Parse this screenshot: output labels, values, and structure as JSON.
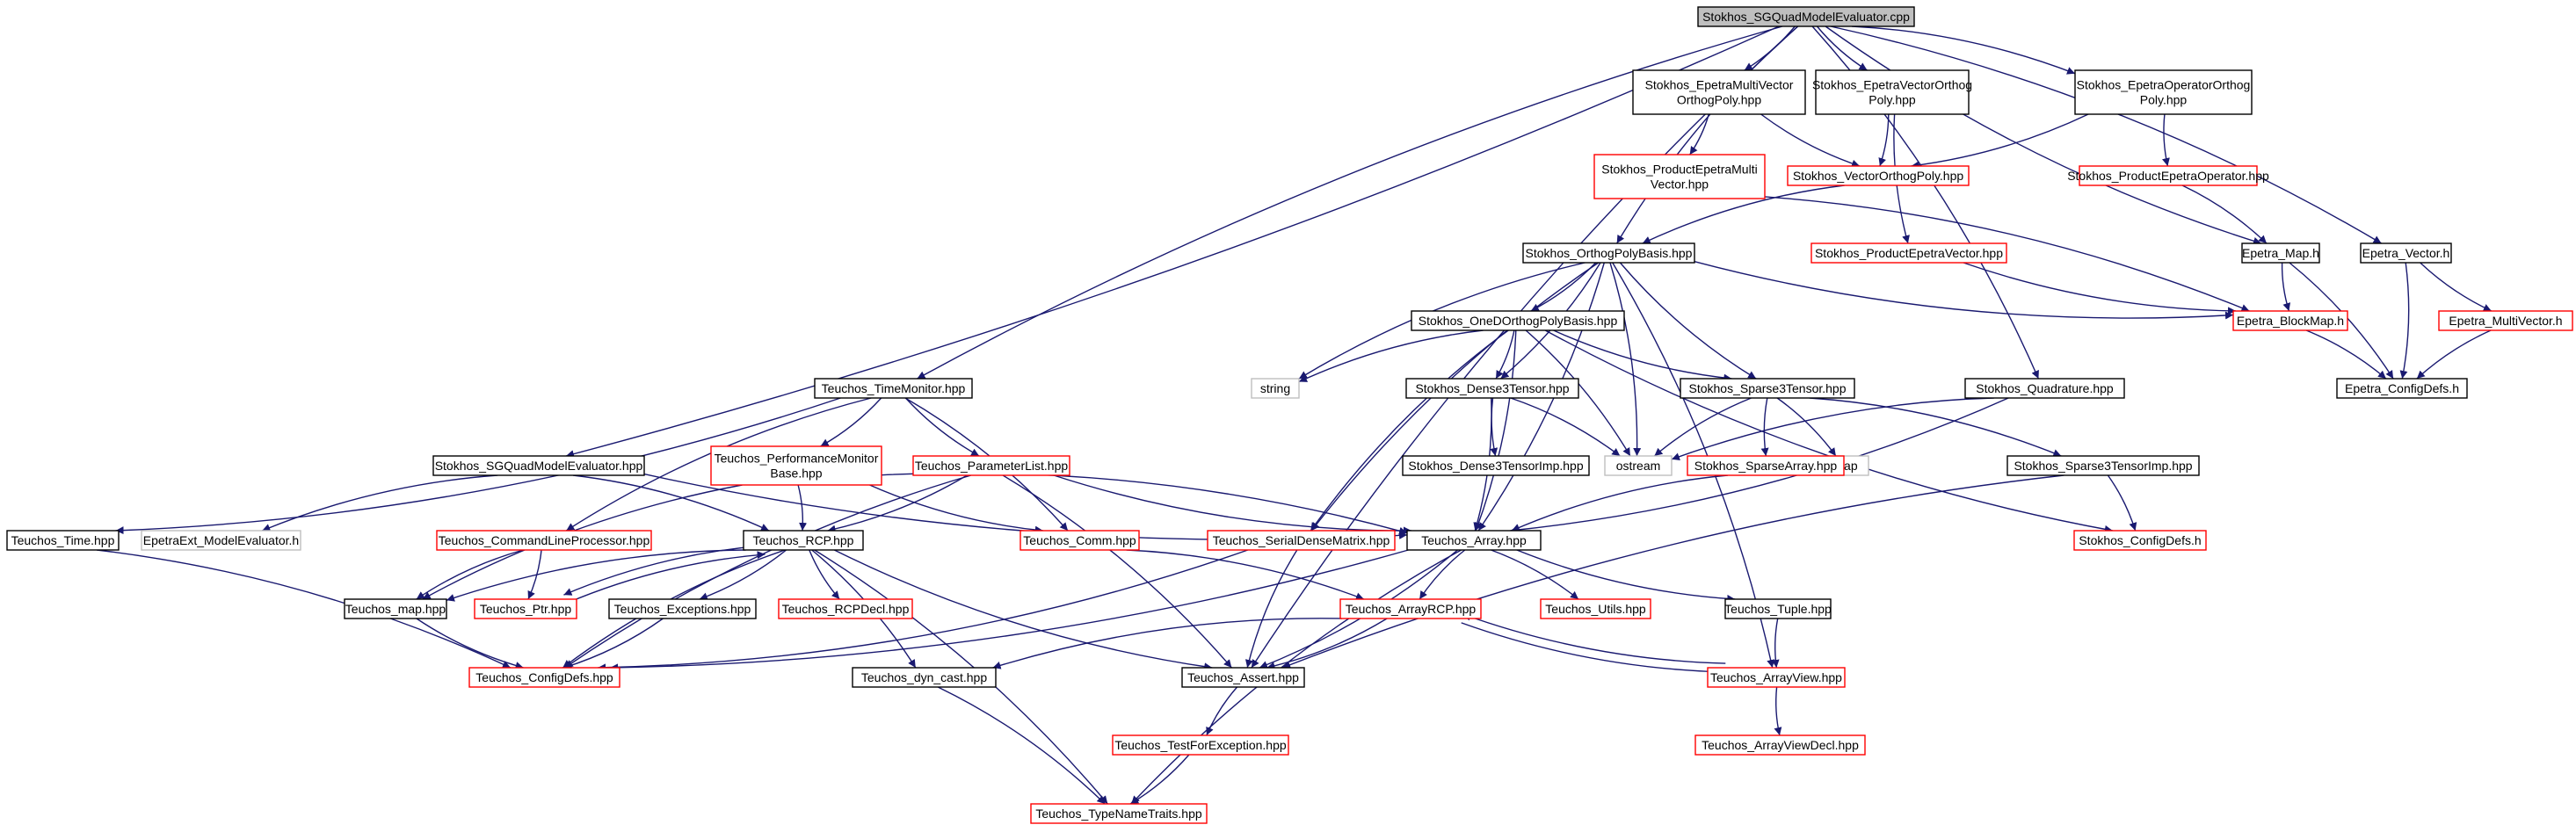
{
  "colors": {
    "edge": "#191970",
    "edge_red": "#8b1a1a",
    "root_fill": "#bfbfbf",
    "border_normal": "#000000",
    "border_red": "#ff0000",
    "border_gray": "#bfbfbf"
  },
  "nodes": [
    {
      "id": "root",
      "lines": [
        "Stokhos_SGQuadModelEvaluator.cpp"
      ],
      "style": "root"
    },
    {
      "id": "emvop",
      "lines": [
        "Stokhos_EpetraMultiVector",
        "OrthogPoly.hpp"
      ],
      "style": "normal"
    },
    {
      "id": "evop",
      "lines": [
        "Stokhos_EpetraVectorOrthog",
        "Poly.hpp"
      ],
      "style": "normal"
    },
    {
      "id": "eoop",
      "lines": [
        "Stokhos_EpetraOperatorOrthog",
        "Poly.hpp"
      ],
      "style": "normal"
    },
    {
      "id": "pemv",
      "lines": [
        "Stokhos_ProductEpetraMulti",
        "Vector.hpp"
      ],
      "style": "red"
    },
    {
      "id": "vop",
      "lines": [
        "Stokhos_VectorOrthogPoly.hpp"
      ],
      "style": "red"
    },
    {
      "id": "peo",
      "lines": [
        "Stokhos_ProductEpetraOperator.hpp"
      ],
      "style": "red"
    },
    {
      "id": "opb",
      "lines": [
        "Stokhos_OrthogPolyBasis.hpp"
      ],
      "style": "normal"
    },
    {
      "id": "pev",
      "lines": [
        "Stokhos_ProductEpetraVector.hpp"
      ],
      "style": "red"
    },
    {
      "id": "emap",
      "lines": [
        "Epetra_Map.h"
      ],
      "style": "normal"
    },
    {
      "id": "evec",
      "lines": [
        "Epetra_Vector.h"
      ],
      "style": "normal"
    },
    {
      "id": "odopb",
      "lines": [
        "Stokhos_OneDOrthogPolyBasis.hpp"
      ],
      "style": "normal"
    },
    {
      "id": "ebm",
      "lines": [
        "Epetra_BlockMap.h"
      ],
      "style": "red"
    },
    {
      "id": "emvh",
      "lines": [
        "Epetra_MultiVector.h"
      ],
      "style": "red"
    },
    {
      "id": "string",
      "lines": [
        "string"
      ],
      "style": "gray"
    },
    {
      "id": "d3t",
      "lines": [
        "Stokhos_Dense3Tensor.hpp"
      ],
      "style": "normal"
    },
    {
      "id": "s3t",
      "lines": [
        "Stokhos_Sparse3Tensor.hpp"
      ],
      "style": "normal"
    },
    {
      "id": "quad",
      "lines": [
        "Stokhos_Quadrature.hpp"
      ],
      "style": "normal"
    },
    {
      "id": "ecd",
      "lines": [
        "Epetra_ConfigDefs.h"
      ],
      "style": "normal"
    },
    {
      "id": "tm",
      "lines": [
        "Teuchos_TimeMonitor.hpp"
      ],
      "style": "normal"
    },
    {
      "id": "ostream",
      "lines": [
        "ostream"
      ],
      "style": "gray"
    },
    {
      "id": "map",
      "lines": [
        "map"
      ],
      "style": "gray"
    },
    {
      "id": "d3ti",
      "lines": [
        "Stokhos_Dense3TensorImp.hpp"
      ],
      "style": "normal"
    },
    {
      "id": "sgqme",
      "lines": [
        "Stokhos_SGQuadModelEvaluator.hpp"
      ],
      "style": "normal"
    },
    {
      "id": "pmb",
      "lines": [
        "Teuchos_PerformanceMonitor",
        "Base.hpp"
      ],
      "style": "red"
    },
    {
      "id": "pl",
      "lines": [
        "Teuchos_ParameterList.hpp"
      ],
      "style": "red"
    },
    {
      "id": "sa",
      "lines": [
        "Stokhos_SparseArray.hpp"
      ],
      "style": "red"
    },
    {
      "id": "s3ti",
      "lines": [
        "Stokhos_Sparse3TensorImp.hpp"
      ],
      "style": "normal"
    },
    {
      "id": "time",
      "lines": [
        "Teuchos_Time.hpp"
      ],
      "style": "normal"
    },
    {
      "id": "eme",
      "lines": [
        "EpetraExt_ModelEvaluator.h"
      ],
      "style": "gray"
    },
    {
      "id": "clp",
      "lines": [
        "Teuchos_CommandLineProcessor.hpp"
      ],
      "style": "red"
    },
    {
      "id": "rcp",
      "lines": [
        "Teuchos_RCP.hpp"
      ],
      "style": "normal"
    },
    {
      "id": "comm",
      "lines": [
        "Teuchos_Comm.hpp"
      ],
      "style": "red"
    },
    {
      "id": "sdm",
      "lines": [
        "Teuchos_SerialDenseMatrix.hpp"
      ],
      "style": "red"
    },
    {
      "id": "array",
      "lines": [
        "Teuchos_Array.hpp"
      ],
      "style": "normal"
    },
    {
      "id": "scd",
      "lines": [
        "Stokhos_ConfigDefs.h"
      ],
      "style": "red"
    },
    {
      "id": "tmap",
      "lines": [
        "Teuchos_map.hpp"
      ],
      "style": "normal"
    },
    {
      "id": "ptr",
      "lines": [
        "Teuchos_Ptr.hpp"
      ],
      "style": "red"
    },
    {
      "id": "exc",
      "lines": [
        "Teuchos_Exceptions.hpp"
      ],
      "style": "normal"
    },
    {
      "id": "rcpdecl",
      "lines": [
        "Teuchos_RCPDecl.hpp"
      ],
      "style": "red"
    },
    {
      "id": "arcp",
      "lines": [
        "Teuchos_ArrayRCP.hpp"
      ],
      "style": "red"
    },
    {
      "id": "utils",
      "lines": [
        "Teuchos_Utils.hpp"
      ],
      "style": "red"
    },
    {
      "id": "tuple",
      "lines": [
        "Teuchos_Tuple.hpp"
      ],
      "style": "normal"
    },
    {
      "id": "tcd",
      "lines": [
        "Teuchos_ConfigDefs.hpp"
      ],
      "style": "red"
    },
    {
      "id": "dyn",
      "lines": [
        "Teuchos_dyn_cast.hpp"
      ],
      "style": "normal"
    },
    {
      "id": "assert",
      "lines": [
        "Teuchos_Assert.hpp"
      ],
      "style": "normal"
    },
    {
      "id": "av",
      "lines": [
        "Teuchos_ArrayView.hpp"
      ],
      "style": "red"
    },
    {
      "id": "tfe",
      "lines": [
        "Teuchos_TestForException.hpp"
      ],
      "style": "red"
    },
    {
      "id": "avd",
      "lines": [
        "Teuchos_ArrayViewDecl.hpp"
      ],
      "style": "red"
    },
    {
      "id": "tnt",
      "lines": [
        "Teuchos_TypeNameTraits.hpp"
      ],
      "style": "red"
    }
  ],
  "edges": [
    {
      "from": "root",
      "to": "emvop"
    },
    {
      "from": "root",
      "to": "evop"
    },
    {
      "from": "root",
      "to": "eoop"
    },
    {
      "from": "root",
      "to": "opb"
    },
    {
      "from": "root",
      "to": "quad"
    },
    {
      "from": "root",
      "to": "emap"
    },
    {
      "from": "root",
      "to": "evec"
    },
    {
      "from": "root",
      "to": "tm"
    },
    {
      "from": "root",
      "to": "sgqme"
    },
    {
      "from": "root",
      "to": "assert"
    },
    {
      "from": "emvop",
      "to": "pemv"
    },
    {
      "from": "emvop",
      "to": "vop"
    },
    {
      "from": "evop",
      "to": "vop"
    },
    {
      "from": "evop",
      "to": "pev"
    },
    {
      "from": "eoop",
      "to": "vop"
    },
    {
      "from": "eoop",
      "to": "peo"
    },
    {
      "from": "pemv",
      "to": "ebm"
    },
    {
      "from": "vop",
      "to": "opb"
    },
    {
      "from": "peo",
      "to": "emap"
    },
    {
      "from": "pev",
      "to": "ebm"
    },
    {
      "from": "opb",
      "to": "odopb"
    },
    {
      "from": "opb",
      "to": "string"
    },
    {
      "from": "opb",
      "to": "d3t"
    },
    {
      "from": "opb",
      "to": "s3t"
    },
    {
      "from": "opb",
      "to": "ostream"
    },
    {
      "from": "opb",
      "to": "sdm"
    },
    {
      "from": "opb",
      "to": "array"
    },
    {
      "from": "opb",
      "to": "ebm"
    },
    {
      "from": "opb",
      "to": "av"
    },
    {
      "from": "emap",
      "to": "ebm"
    },
    {
      "from": "emap",
      "to": "ecd"
    },
    {
      "from": "evec",
      "to": "emvh"
    },
    {
      "from": "evec",
      "to": "ecd"
    },
    {
      "from": "emvh",
      "to": "ecd"
    },
    {
      "from": "ebm",
      "to": "ecd"
    },
    {
      "from": "odopb",
      "to": "string"
    },
    {
      "from": "odopb",
      "to": "d3t"
    },
    {
      "from": "odopb",
      "to": "s3t"
    },
    {
      "from": "odopb",
      "to": "ostream"
    },
    {
      "from": "odopb",
      "to": "sdm"
    },
    {
      "from": "odopb",
      "to": "array"
    },
    {
      "from": "odopb",
      "to": "scd"
    },
    {
      "from": "d3t",
      "to": "ostream"
    },
    {
      "from": "d3t",
      "to": "d3ti"
    },
    {
      "from": "d3t",
      "to": "array"
    },
    {
      "from": "s3t",
      "to": "ostream"
    },
    {
      "from": "s3t",
      "to": "map"
    },
    {
      "from": "s3t",
      "to": "sa"
    },
    {
      "from": "s3t",
      "to": "s3ti"
    },
    {
      "from": "quad",
      "to": "ostream"
    },
    {
      "from": "quad",
      "to": "array"
    },
    {
      "from": "sa",
      "to": "array"
    },
    {
      "from": "s3ti",
      "to": "scd"
    },
    {
      "from": "s3ti",
      "to": "assert"
    },
    {
      "from": "tm",
      "to": "pmb"
    },
    {
      "from": "tm",
      "to": "pl"
    },
    {
      "from": "tm",
      "to": "time"
    },
    {
      "from": "tm",
      "to": "clp"
    },
    {
      "from": "tm",
      "to": "comm"
    },
    {
      "from": "sgqme",
      "to": "eme"
    },
    {
      "from": "sgqme",
      "to": "rcp"
    },
    {
      "from": "sgqme",
      "to": "array"
    },
    {
      "from": "pmb",
      "to": "rcp"
    },
    {
      "from": "pmb",
      "to": "comm"
    },
    {
      "from": "pmb",
      "to": "array"
    },
    {
      "from": "pmb",
      "to": "tmap"
    },
    {
      "from": "pl",
      "to": "rcp"
    },
    {
      "from": "pl",
      "to": "array"
    },
    {
      "from": "pl",
      "to": "assert"
    },
    {
      "from": "pl",
      "to": "tcd"
    },
    {
      "from": "time",
      "to": "tcd"
    },
    {
      "from": "clp",
      "to": "tmap"
    },
    {
      "from": "clp",
      "to": "ptr"
    },
    {
      "from": "rcp",
      "to": "ptr"
    },
    {
      "from": "ptr",
      "to": "rcp"
    },
    {
      "from": "rcp",
      "to": "tmap"
    },
    {
      "from": "rcp",
      "to": "exc"
    },
    {
      "from": "rcp",
      "to": "rcpdecl"
    },
    {
      "from": "rcp",
      "to": "dyn"
    },
    {
      "from": "rcp",
      "to": "assert"
    },
    {
      "from": "rcp",
      "to": "tnt"
    },
    {
      "from": "rcp",
      "to": "tcd"
    },
    {
      "from": "comm",
      "to": "arcp"
    },
    {
      "from": "sdm",
      "to": "assert"
    },
    {
      "from": "sdm",
      "to": "tcd"
    },
    {
      "from": "array",
      "to": "arcp"
    },
    {
      "from": "array",
      "to": "utils"
    },
    {
      "from": "array",
      "to": "tuple"
    },
    {
      "from": "array",
      "to": "assert"
    },
    {
      "from": "array",
      "to": "tnt"
    },
    {
      "from": "array",
      "to": "tcd"
    },
    {
      "from": "tmap",
      "to": "tcd"
    },
    {
      "from": "exc",
      "to": "tcd"
    },
    {
      "from": "arcp",
      "to": "dyn"
    },
    {
      "from": "arcp",
      "to": "assert"
    },
    {
      "from": "arcp",
      "to": "av"
    },
    {
      "from": "av",
      "to": "arcp"
    },
    {
      "from": "tuple",
      "to": "av"
    },
    {
      "from": "dyn",
      "to": "tnt"
    },
    {
      "from": "assert",
      "to": "tfe"
    },
    {
      "from": "tfe",
      "to": "tnt"
    },
    {
      "from": "av",
      "to": "avd"
    }
  ]
}
